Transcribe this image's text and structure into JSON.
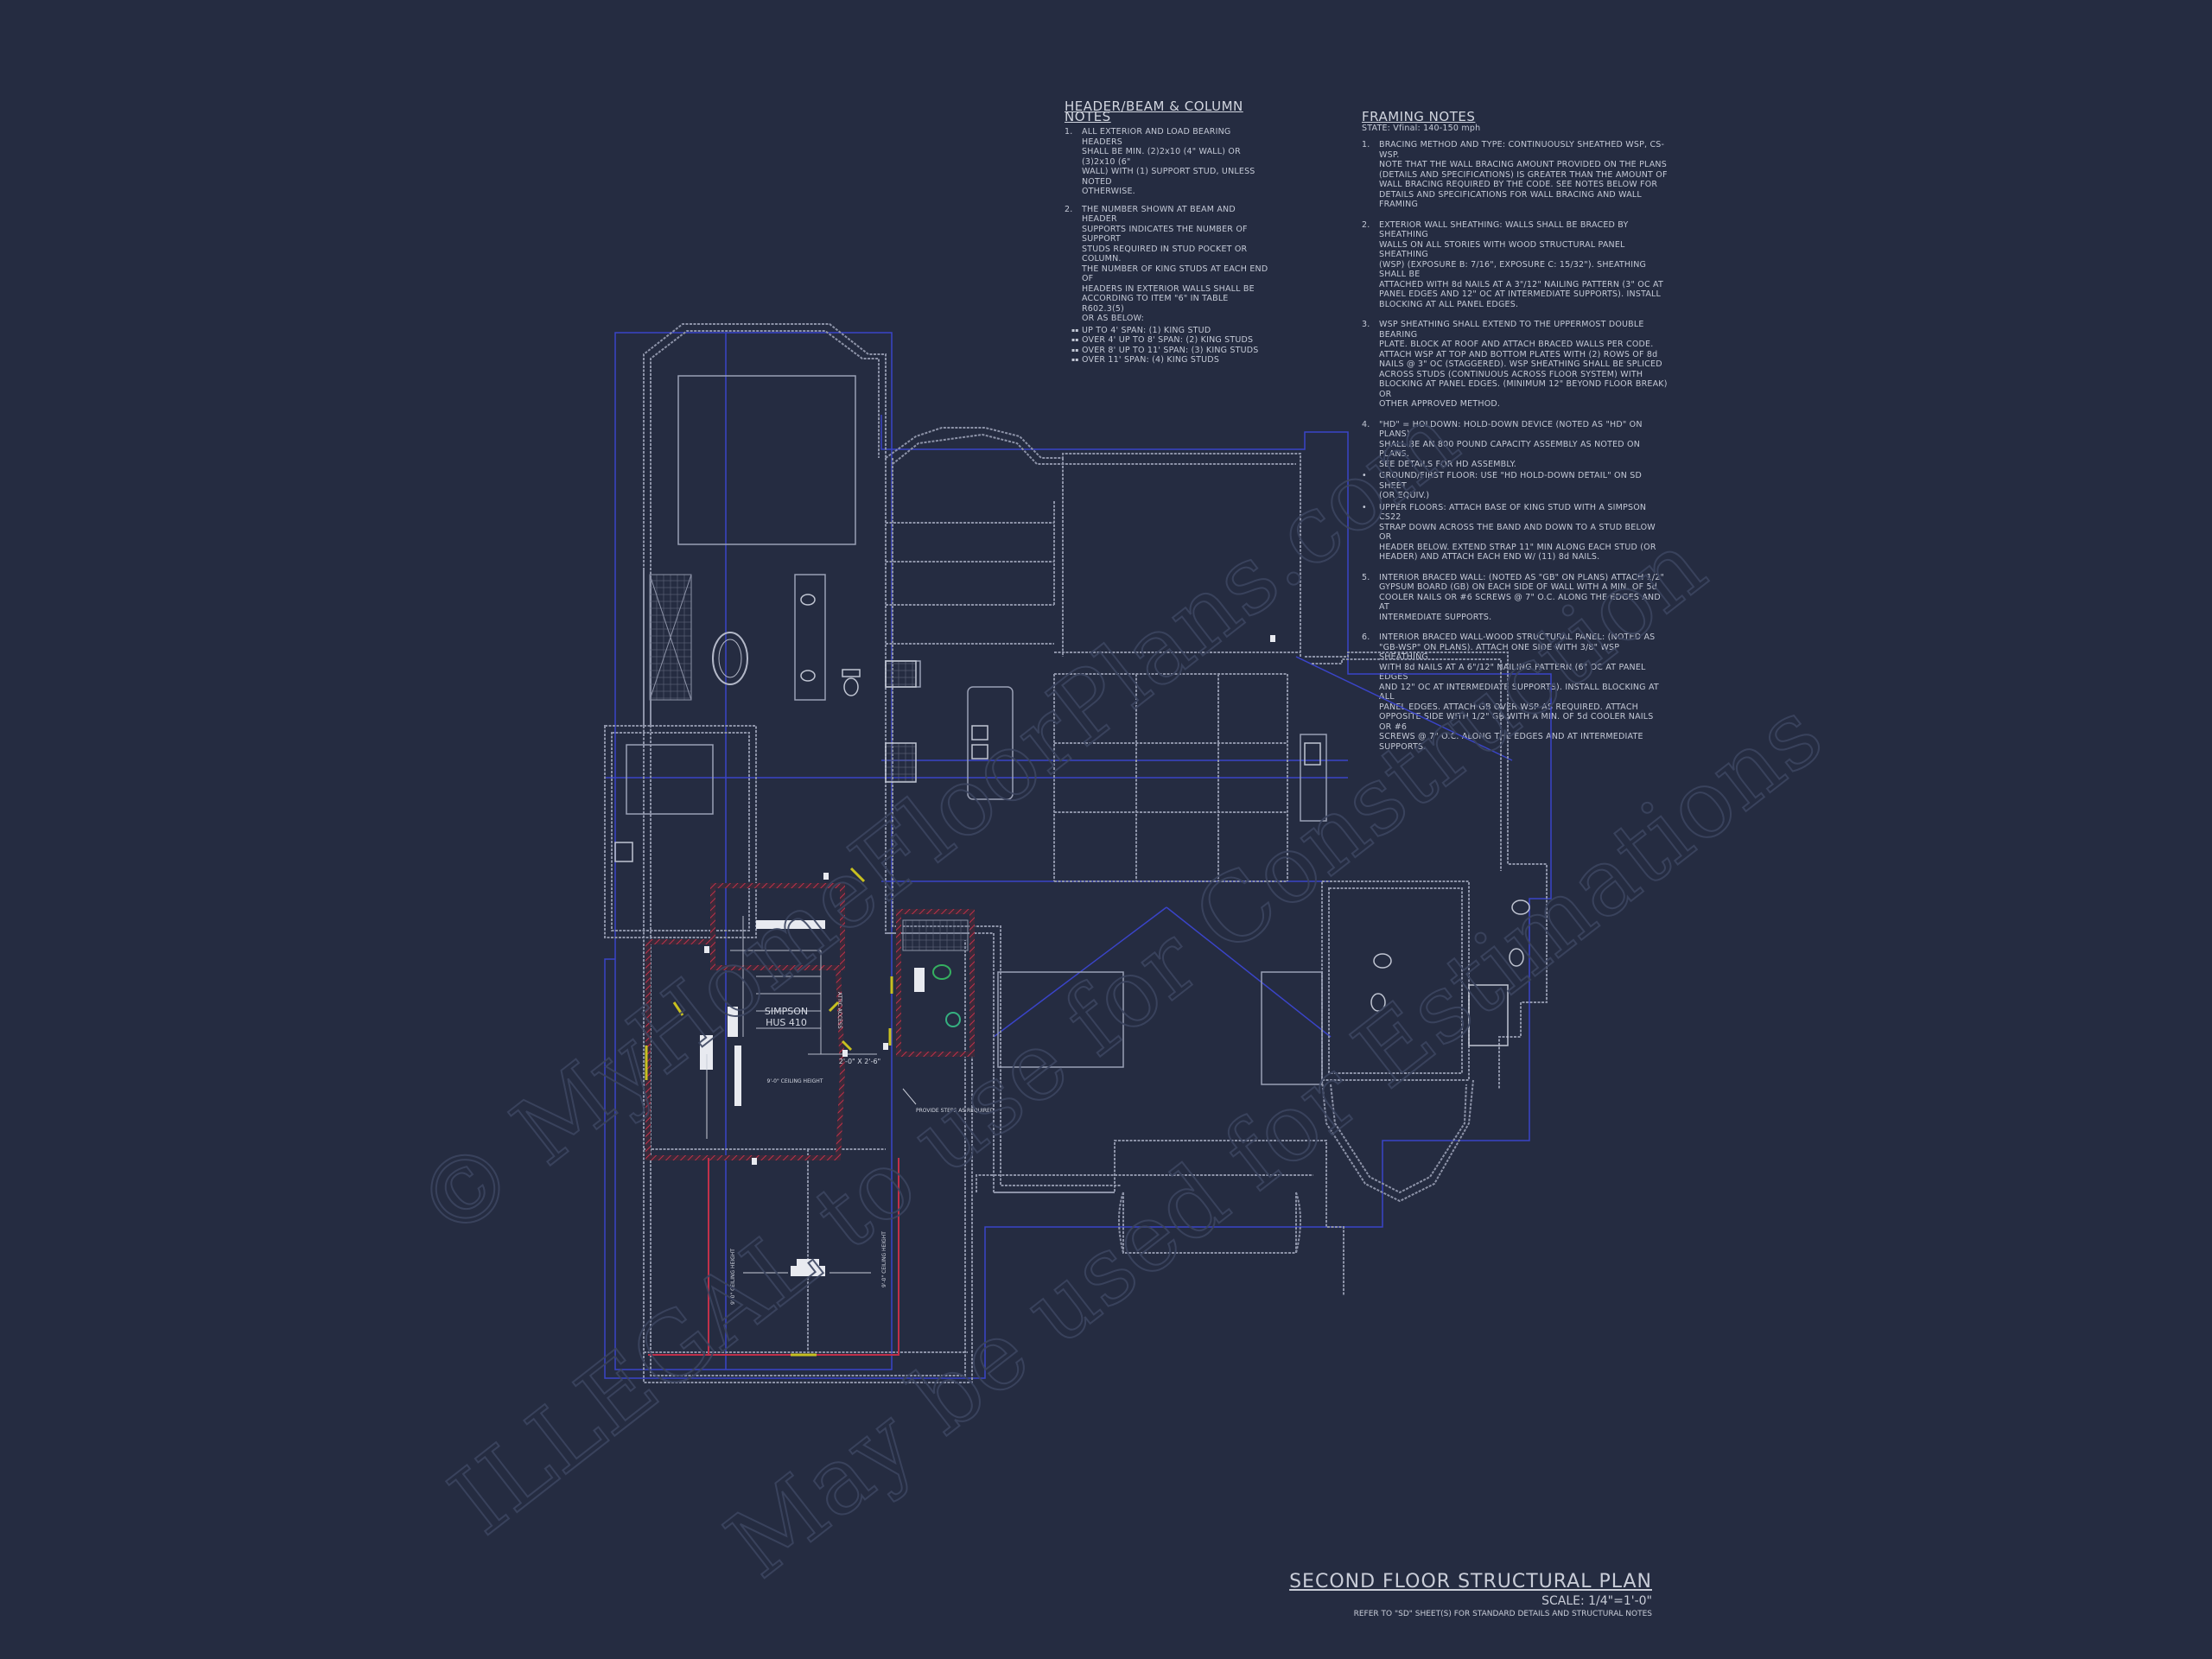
{
  "header_beam_notes": {
    "title": "HEADER/BEAM & COLUMN NOTES",
    "items": [
      {
        "num": "1.",
        "text": "ALL EXTERIOR AND LOAD BEARING HEADERS\nSHALL BE MIN. (2)2x10 (4\" WALL) OR (3)2x10 (6\"\nWALL) WITH (1) SUPPORT STUD, UNLESS NOTED\nOTHERWISE."
      },
      {
        "num": "2.",
        "text": "THE NUMBER SHOWN AT BEAM AND HEADER\nSUPPORTS INDICATES THE NUMBER OF SUPPORT\nSTUDS REQUIRED IN STUD POCKET OR COLUMN.\nTHE NUMBER OF KING STUDS AT EACH END OF\nHEADERS IN EXTERIOR WALLS SHALL BE\nACCORDING TO ITEM \"6\" IN TABLE R602.3(5)\nOR AS BELOW:"
      }
    ],
    "bullets": [
      "UP TO 4' SPAN: (1) KING STUD",
      "OVER 4' UP TO 8' SPAN: (2) KING STUDS",
      "OVER 8' UP TO 11' SPAN: (3) KING STUDS",
      "OVER 11' SPAN: (4) KING STUDS"
    ]
  },
  "framing_notes": {
    "title": "FRAMING NOTES",
    "subtitle": "STATE: Vfinal: 140-150 mph",
    "items": [
      {
        "num": "1.",
        "text": "BRACING METHOD AND TYPE: CONTINUOUSLY SHEATHED WSP, CS-WSP.\nNOTE THAT THE WALL BRACING AMOUNT PROVIDED ON THE PLANS\n(DETAILS AND SPECIFICATIONS) IS GREATER THAN THE AMOUNT OF\nWALL BRACING REQUIRED BY THE CODE. SEE NOTES BELOW FOR\nDETAILS AND SPECIFICATIONS FOR WALL BRACING AND WALL\nFRAMING"
      },
      {
        "num": "2.",
        "text": "EXTERIOR WALL SHEATHING: WALLS SHALL BE BRACED BY SHEATHING\nWALLS ON ALL STORIES WITH WOOD STRUCTURAL PANEL SHEATHING\n(WSP) (EXPOSURE B: 7/16\", EXPOSURE C: 15/32\"). SHEATHING SHALL BE\nATTACHED WITH 8d NAILS AT A 3\"/12\" NAILING PATTERN (3\" OC AT\nPANEL EDGES AND 12\" OC AT INTERMEDIATE SUPPORTS). INSTALL\nBLOCKING AT ALL PANEL EDGES."
      },
      {
        "num": "3.",
        "text": "WSP SHEATHING SHALL EXTEND TO THE UPPERMOST DOUBLE BEARING\nPLATE. BLOCK AT ROOF AND ATTACH BRACED WALLS PER CODE.\nATTACH WSP AT TOP AND BOTTOM PLATES WITH (2) ROWS OF 8d\nNAILS @ 3\" OC (STAGGERED). WSP SHEATHING SHALL BE SPLICED\nACROSS STUDS (CONTINUOUS ACROSS FLOOR SYSTEM) WITH\nBLOCKING AT PANEL EDGES. (MINIMUM 12\" BEYOND FLOOR BREAK) OR\nOTHER APPROVED METHOD."
      },
      {
        "num": "4.",
        "text": "\"HD\" = HOLDOWN: HOLD-DOWN DEVICE (NOTED AS \"HD\" ON PLANS)\nSHALL BE AN 800 POUND CAPACITY ASSEMBLY AS NOTED ON PLANS.\nSEE DETAILS FOR HD ASSEMBLY."
      },
      {
        "num": "•",
        "text": "GROUND/FIRST FLOOR: USE \"HD HOLD-DOWN DETAIL\" ON SD SHEET\n(OR EQUIV.)"
      },
      {
        "num": "•",
        "text": "UPPER FLOORS: ATTACH BASE OF KING STUD WITH A SIMPSON CS22\nSTRAP DOWN ACROSS THE BAND AND DOWN TO A STUD BELOW OR\nHEADER BELOW. EXTEND STRAP 11\" MIN ALONG EACH STUD (OR\nHEADER) AND ATTACH EACH END W/ (11) 8d NAILS."
      },
      {
        "num": "5.",
        "text": "INTERIOR BRACED WALL: (NOTED AS \"GB\" ON PLANS) ATTACH 1/2\"\nGYPSUM BOARD (GB) ON EACH SIDE OF WALL WITH A MIN. OF 5d\nCOOLER NAILS OR #6 SCREWS @ 7\" O.C. ALONG THE EDGES AND AT\nINTERMEDIATE SUPPORTS."
      },
      {
        "num": "6.",
        "text": "INTERIOR BRACED WALL-WOOD STRUCTURAL PANEL: (NOTED AS\n\"GB-WSP\" ON PLANS). ATTACH ONE SIDE WITH 3/8\" WSP SHEATHING\nWITH 8d NAILS AT A 6\"/12\" NAILING PATTERN (6\" OC AT PANEL EDGES\nAND 12\" OC AT INTERMEDIATE SUPPORTS). INSTALL BLOCKING AT ALL\nPANEL EDGES. ATTACH GB OVER WSP AS REQUIRED. ATTACH\nOPPOSITE SIDE WITH 1/2\" GB WITH A MIN. OF 5d COOLER NAILS OR #6\nSCREWS @ 7\" O.C. ALONG THE EDGES AND AT INTERMEDIATE\nSUPPORTS."
      }
    ]
  },
  "plan_labels": {
    "simpson": "SIMPSON",
    "hus": "HUS 410",
    "ceiling": "9'-0\" CEILING HEIGHT",
    "ceiling_left": "9'-0\" CEILING HEIGHT",
    "ceiling_right": "9'-0\" CEILING HEIGHT",
    "steps": "PROVIDE STEPS AS REQUIRED",
    "door": "2'-0\" X 2'-6\"",
    "attic": "ATTIC ACCESS"
  },
  "title_block": {
    "title": "SECOND FLOOR STRUCTURAL PLAN",
    "scale": "SCALE: 1/4\"=1'-0\"",
    "refer": "REFER TO \"SD\" SHEET(S) FOR STANDARD DETAILS AND STRUCTURAL NOTES"
  },
  "watermark": {
    "line1": "© MyHomeFloorPlans.com",
    "line2": "ILLEGAL to use for Construction",
    "line3": "May be used for Estimations"
  },
  "colors": {
    "background": "#252c41",
    "wall": "#8d93a8",
    "blue_line": "#3a44c8",
    "red_beam": "#c0304a",
    "yellow": "#c8c020",
    "green": "#35b060"
  }
}
